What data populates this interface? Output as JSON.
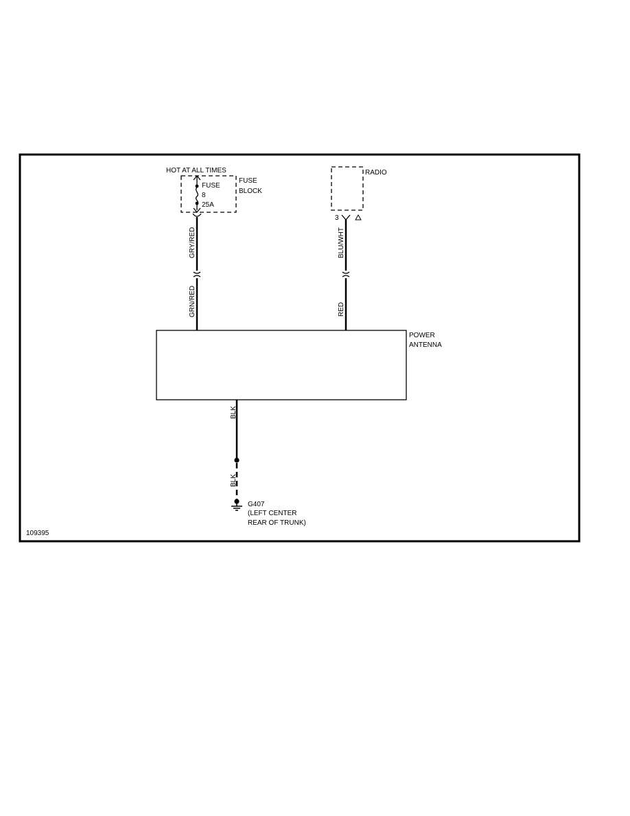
{
  "fuse_block": {
    "supply_label": "HOT AT ALL TIMES",
    "fuse_label": "FUSE",
    "fuse_number": "8",
    "fuse_rating": "25A",
    "block_label_line1": "FUSE",
    "block_label_line2": "BLOCK"
  },
  "radio": {
    "label": "RADIO",
    "terminal": "3"
  },
  "wires": {
    "left_upper": "GRY/RED",
    "left_lower": "GRN/RED",
    "right_upper": "BLU/WHT",
    "right_lower": "RED",
    "ground_upper": "BLK",
    "ground_lower": "BLK"
  },
  "power_antenna": {
    "label_line1": "POWER",
    "label_line2": "ANTENNA"
  },
  "ground": {
    "id": "G407",
    "location_line1": "(LEFT CENTER",
    "location_line2": "REAR OF TRUNK)"
  },
  "figure_number": "109395"
}
